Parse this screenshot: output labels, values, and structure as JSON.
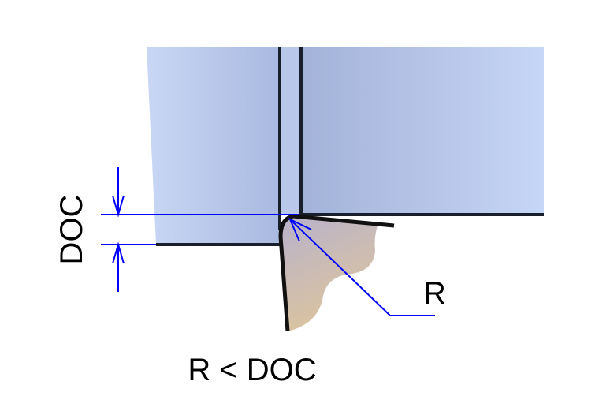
{
  "labels": {
    "doc": "DOC",
    "radius": "R",
    "relation": "R < DOC"
  },
  "colors": {
    "workpiece": "#b4c4e6",
    "tool": "#d9c3a0",
    "dimension": "#0000ff",
    "edge": "#1a1f2e"
  }
}
